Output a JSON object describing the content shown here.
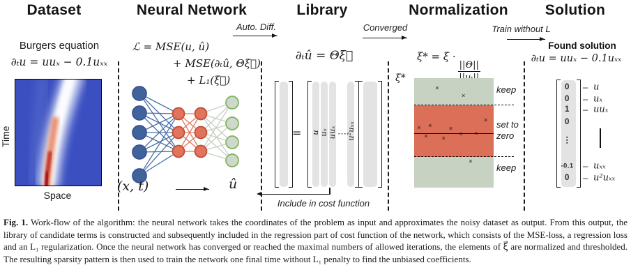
{
  "colors": {
    "heat_blue": "#3b4fc1",
    "heat_red": "#b40426",
    "node_input": "#41639c",
    "node_input_border": "#38508f",
    "node_hidden": "#e0745c",
    "node_hidden_border": "#c14b30",
    "node_output": "#cfd8cc",
    "node_output_border": "#7db359",
    "edge_input": "#4a6fa5",
    "edge_hidden": "#e0795f",
    "edge_output": "#c6d1c3",
    "band_keep": "#c7d2c3",
    "band_zero": "#dc6f57",
    "bar_gray": "#e3e3e3"
  },
  "sections": {
    "dataset": {
      "header": "Dataset",
      "name": "Burgers equation",
      "equation": "∂ₜu = uuₓ − 0.1uₓₓ",
      "xlabel": "Space",
      "ylabel": "Time"
    },
    "network": {
      "header": "Neural Network",
      "loss_lines": [
        "ℒ = MSE(u, û)",
        "+ MSE(∂ₜû, Θξ⃗)",
        "+ L₁(ξ⃗)"
      ],
      "input_label": "(x, t)",
      "output_label": "û",
      "layers": {
        "input": 5,
        "hidden1": 3,
        "hidden2": 3,
        "output": 4
      }
    },
    "library": {
      "header": "Library",
      "equation": "∂ₜû = Θξ⃗",
      "equals": "=",
      "terms": [
        "u",
        "uₓ",
        "uuₓ",
        "⋯",
        "u²uₓₓ"
      ]
    },
    "normalization": {
      "header": "Normalization",
      "formula_lhs": "ξ* = ξ ·",
      "formula_num": "||Θ||",
      "formula_den": "||uₜ||",
      "axis_label": "ξ*",
      "label_keep_top": "keep",
      "label_set_to": "set to",
      "label_zero": "zero",
      "label_keep_bottom": "keep",
      "marker_glyph": "×",
      "markers": [
        {
          "x": 29,
          "y": 9
        },
        {
          "x": 62,
          "y": 16
        },
        {
          "x": 90,
          "y": 38
        },
        {
          "x": 6,
          "y": 45
        },
        {
          "x": 20,
          "y": 43
        },
        {
          "x": 46,
          "y": 46
        },
        {
          "x": 15,
          "y": 53
        },
        {
          "x": 37,
          "y": 55
        },
        {
          "x": 59,
          "y": 51
        },
        {
          "x": 78,
          "y": 50
        },
        {
          "x": 71,
          "y": 76
        }
      ]
    },
    "solution": {
      "header": "Solution",
      "subtitle": "Found solution",
      "equation": "∂ₜu = uuₓ − 0.1uₓₓ",
      "dash": "–",
      "vector": [
        {
          "value": "0",
          "label": "u"
        },
        {
          "value": "0",
          "label": "uₓ"
        },
        {
          "value": "1",
          "label": "uuₓ"
        },
        {
          "value": "0",
          "label": ""
        },
        {
          "value": "⋮",
          "label": ""
        },
        {
          "value": "-0.1",
          "label": "uₓₓ"
        },
        {
          "value": "0",
          "label": "u²uₓₓ"
        }
      ]
    }
  },
  "arrows": {
    "auto_diff": "Auto. Diff.",
    "converged": "Converged",
    "train_without_l": "Train without L",
    "include_in_cost": "Include in cost function"
  },
  "caption": {
    "prefix": "Fig. 1.",
    "text": " Work-flow of the algorithm: the neural network takes the coordinates of the problem as input and approximates the noisy dataset as output. From this output, the library of candidate terms is constructed and subsequently included in the regression part of cost function of the network, which consists of the MSE-loss, a regression loss and an L₁ regularization. Once the neural network has converged or reached the maximal numbers of allowed iterations, the elements of ξ⃗ are normalized and thresholded. The resulting sparsity pattern is then used to train the network one final time without L₁ penalty to find the unbiased coefficients."
  }
}
